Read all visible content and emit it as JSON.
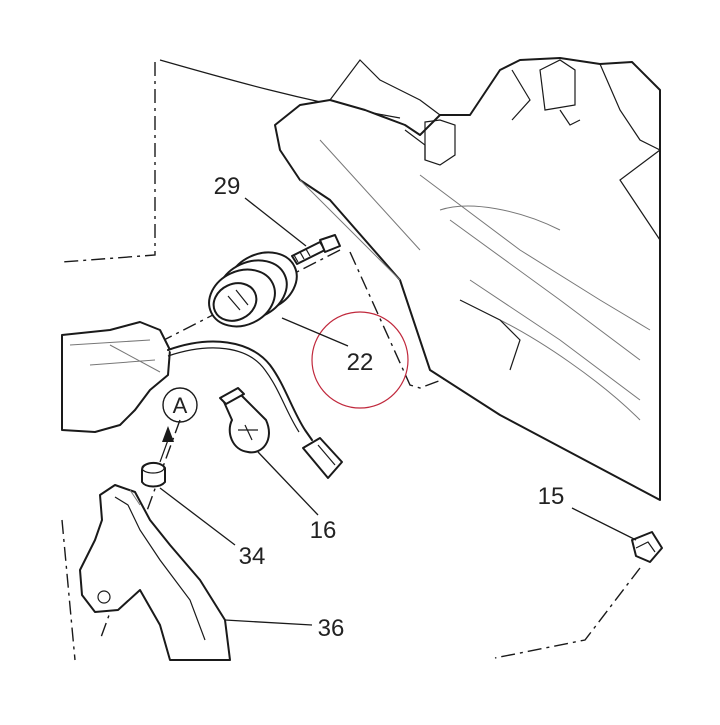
{
  "callouts": [
    {
      "id": "29",
      "label": "29"
    },
    {
      "id": "22",
      "label": "22"
    },
    {
      "id": "16",
      "label": "16"
    },
    {
      "id": "34",
      "label": "34"
    },
    {
      "id": "36",
      "label": "36"
    },
    {
      "id": "15",
      "label": "15"
    }
  ],
  "view_marker": {
    "label": "A"
  },
  "highlight_color": "#c0283c"
}
